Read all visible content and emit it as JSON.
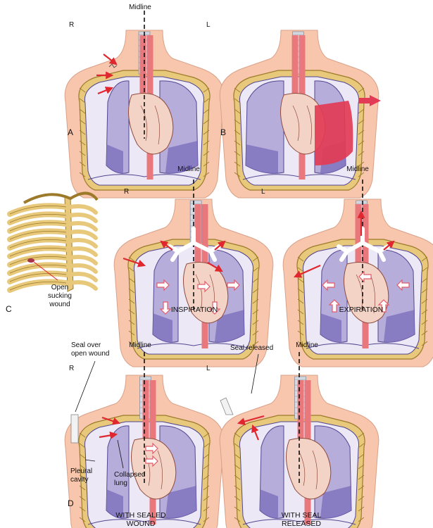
{
  "colors": {
    "skin": "#f7c6ad",
    "skin_outline": "#d9a189",
    "rib": "#e8c87a",
    "rib_outline": "#9c7a2a",
    "lung": "#b6addb",
    "lung_dark": "#7566b8",
    "lung_outline": "#52468f",
    "pleural_space": "#ece8f6",
    "heart": "#f3d3c6",
    "heart_outline": "#8e4a3c",
    "vessel": "#e9787d",
    "trachea": "#d7dbe3",
    "arrow_red": "#e0262f",
    "blood": "#e23b55",
    "hollow_arrow": "#e35a6a",
    "dashed_line": "#111111"
  },
  "panel_a": {
    "letter": "A",
    "midline_label": "Midline",
    "right_label": "R",
    "left_label": "L"
  },
  "panel_b": {
    "letter": "B"
  },
  "panel_c": {
    "letter": "C",
    "wound_label_lines": [
      "Open",
      "sucking",
      "wound"
    ],
    "inspiration": {
      "midline_label": "Midline",
      "right_label": "R",
      "left_label": "L",
      "caption": "INSPIRATION"
    },
    "expiration": {
      "midline_label": "Midline",
      "caption": "EXPIRATION"
    }
  },
  "panel_d": {
    "letter": "D",
    "sealed": {
      "midline_label": "Midline",
      "right_label": "R",
      "left_label": "L",
      "seal_label_lines": [
        "Seal over",
        "open wound"
      ],
      "pleural_label_lines": [
        "Pleural",
        "cavity"
      ],
      "collapsed_label_lines": [
        "Collapsed",
        "lung"
      ],
      "caption_lines": [
        "WITH SEALED",
        "WOUND"
      ]
    },
    "released": {
      "midline_label": "Midline",
      "seal_released_label": "Seal released",
      "caption_lines": [
        "WITH SEAL",
        "RELEASED"
      ]
    }
  }
}
